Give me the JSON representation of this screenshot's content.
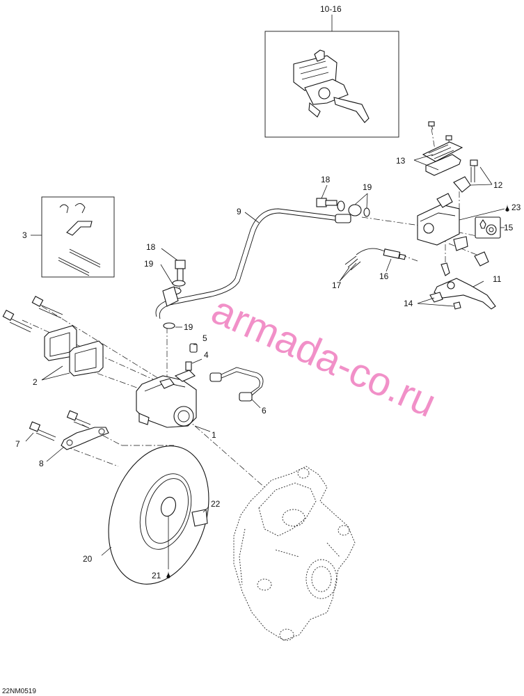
{
  "diagram_code": "22NM0519",
  "watermark": "armada-co.ru",
  "callouts": {
    "c10_16": "10-16",
    "c1": "1",
    "c2": "2",
    "c3": "3",
    "c4": "4",
    "c5": "5",
    "c6": "6",
    "c7": "7",
    "c8": "8",
    "c9": "9",
    "c11": "11",
    "c12": "12",
    "c13": "13",
    "c14": "14",
    "c15": "15",
    "c16": "16",
    "c17": "17",
    "c18_top": "18",
    "c18_left": "18",
    "c19_top": "19",
    "c19_mid": "19",
    "c19_low": "19",
    "c20": "20",
    "c21": "21",
    "c22": "22",
    "c23": "23"
  },
  "icons": {
    "lubricant": "oil-drop-icon"
  }
}
